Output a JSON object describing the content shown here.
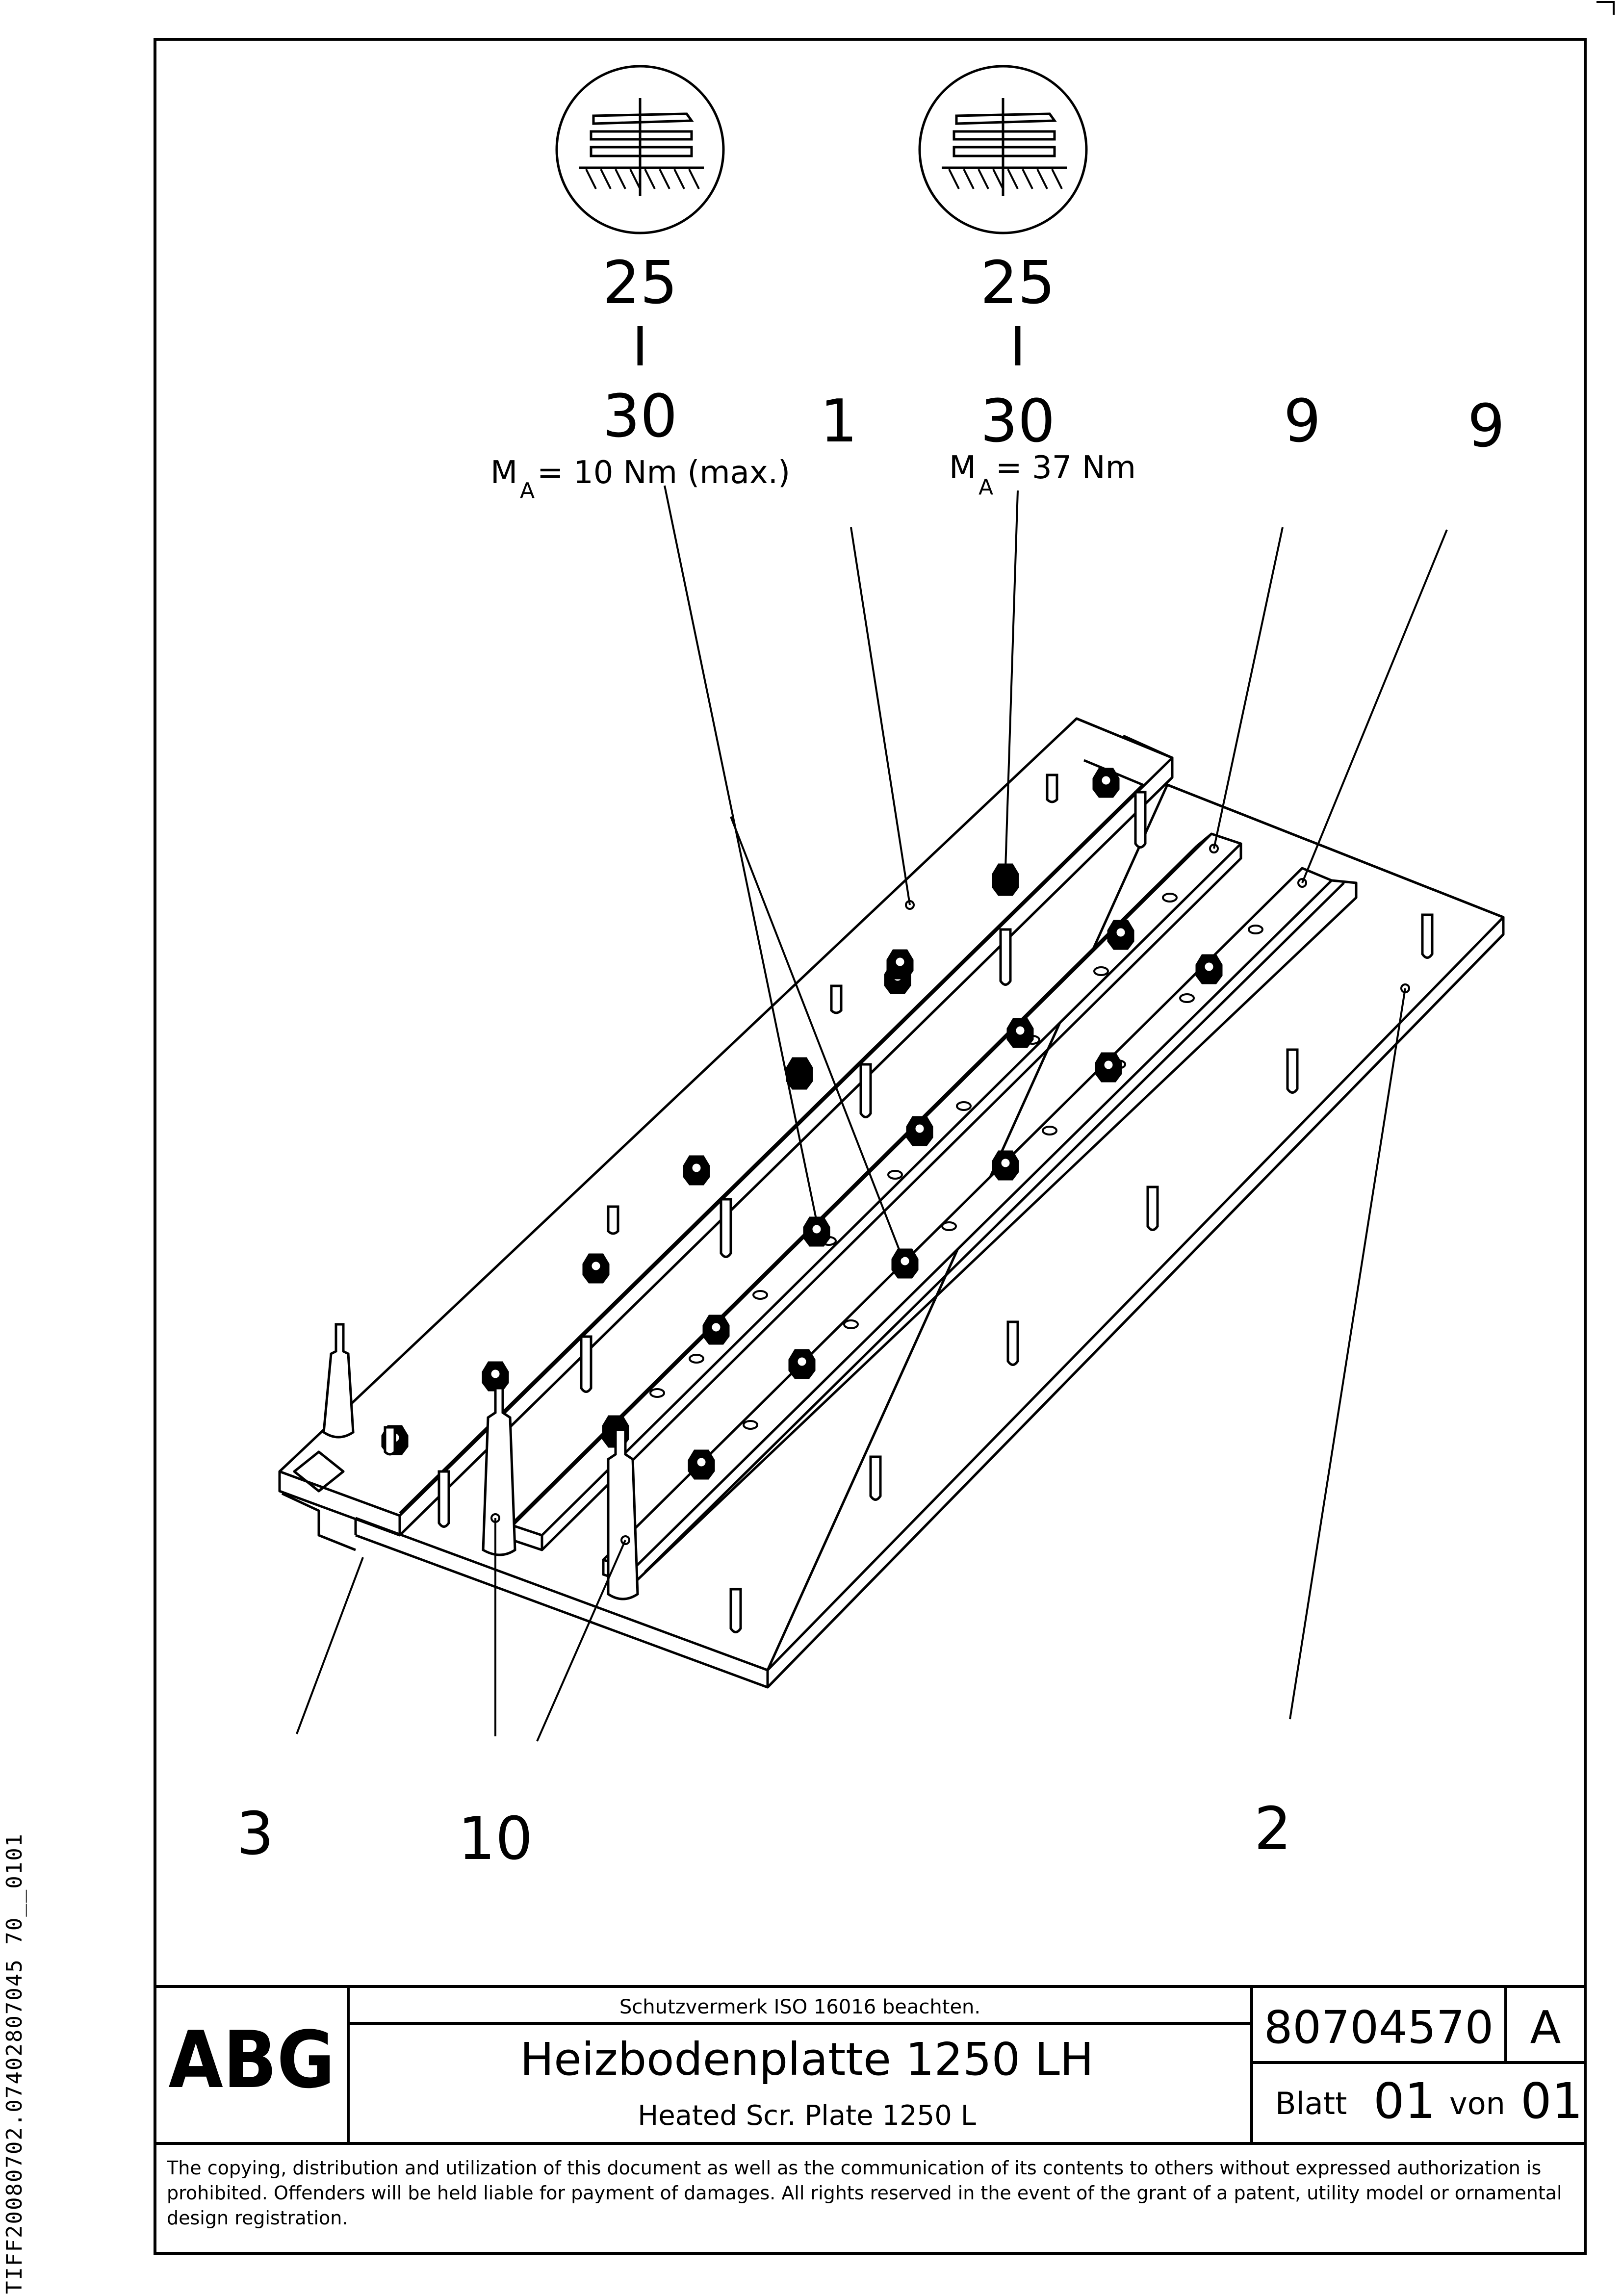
{
  "drawing": {
    "callouts": {
      "c1_top": "25",
      "c1_sep": "I",
      "c1_bottom": "30",
      "c1_torque": "M",
      "c1_torque_sub": "A",
      "c1_torque_val": "= 10 Nm (max.)",
      "c2_top": "25",
      "c2_sep": "I",
      "c2_bottom": "30",
      "c2_torque": "M",
      "c2_torque_sub": "A",
      "c2_torque_val": "= 37 Nm",
      "label_1": "1",
      "label_9a": "9",
      "label_9b": "9",
      "label_3": "3",
      "label_10": "10",
      "label_2": "2"
    }
  },
  "title_block": {
    "logo": "ABG",
    "protection_note": "Schutzvermerk ISO 16016 beachten.",
    "title_de": "Heizbodenplatte 1250 LH",
    "title_en": "Heated Scr. Plate 1250 L",
    "drawing_number": "80704570",
    "revision": "A",
    "sheet_label": "Blatt",
    "sheet_number": "01",
    "of_label": "von",
    "sheet_total": "01",
    "copyright": "The copying, distribution and utilization of this document as well as the communication of its contents to others without expressed authorization is prohibited. Offenders will be held liable for payment of damages. All rights reserved in the event of the grant of a patent, utility model or ornamental design registration."
  },
  "side_code": "TIFF20080702.07402807045 70__0101"
}
